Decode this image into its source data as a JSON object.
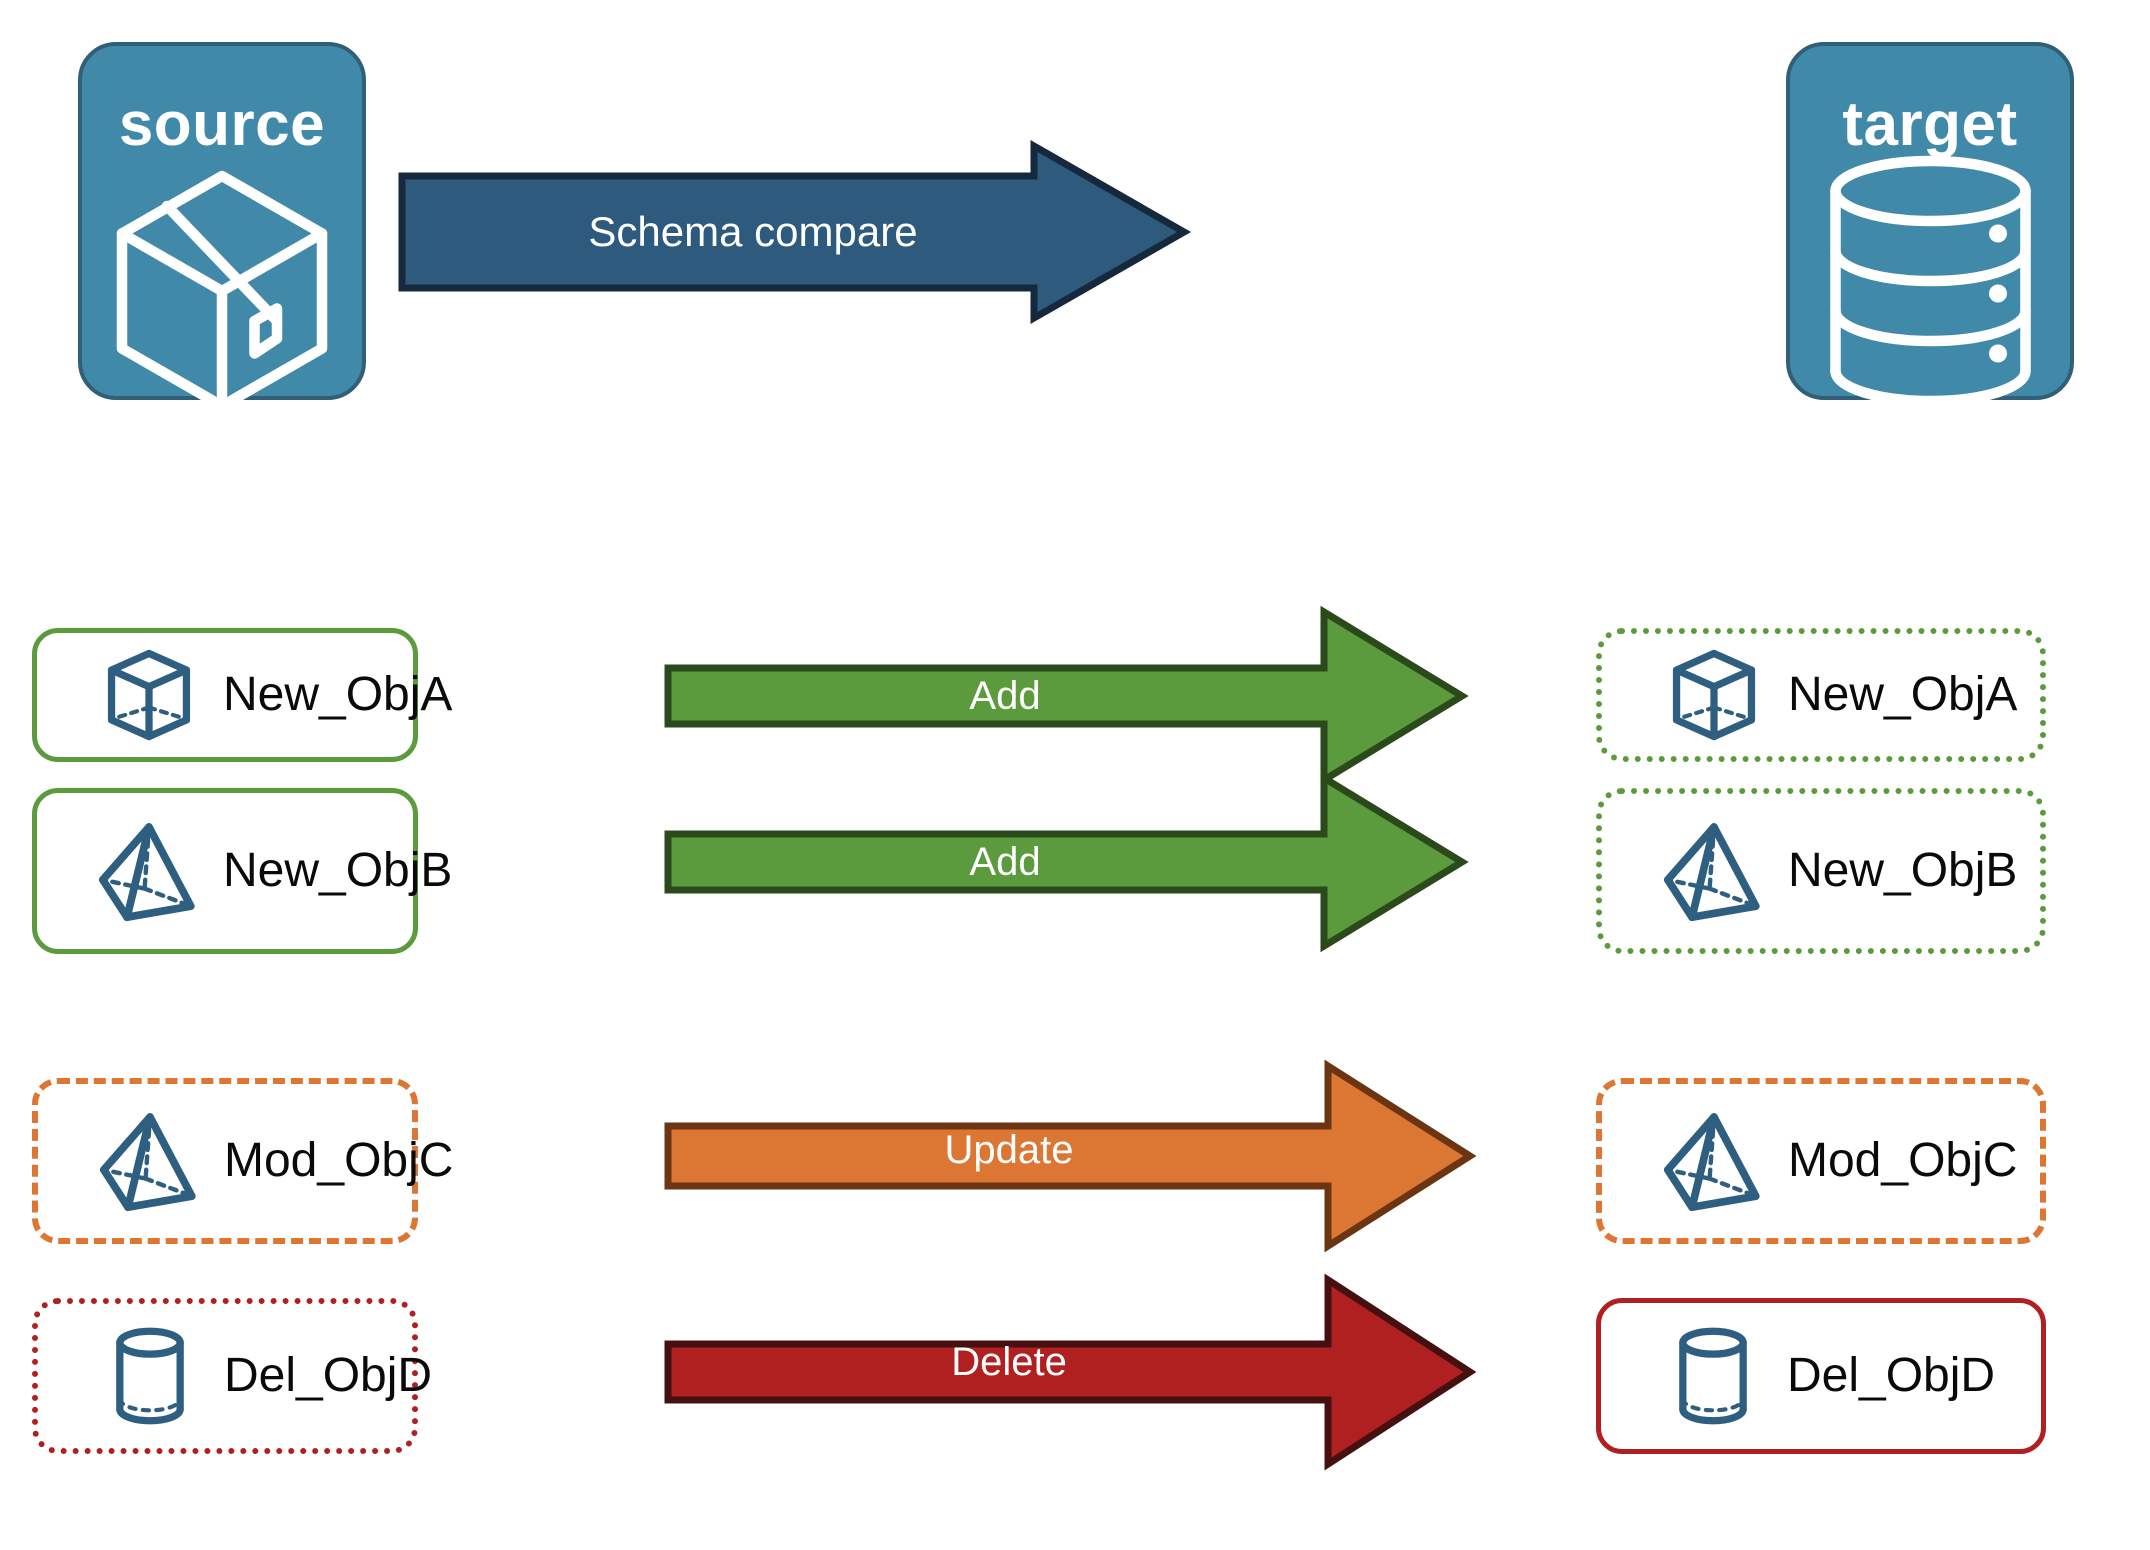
{
  "diagram": {
    "title": "Schema compare source to target",
    "colors": {
      "panel_fill": "#4189A8",
      "panel_border": "#2F6077",
      "compare_arrow_fill": "#2E5A7D",
      "compare_arrow_stroke": "#16283B",
      "add_fill": "#5B9B3E",
      "add_stroke": "#2B4A1B",
      "update_fill": "#DC7633",
      "update_stroke": "#6B3412",
      "delete_fill": "#B02020",
      "delete_stroke": "#451010",
      "object_icon": "#2F5F80",
      "object_label": "#0A0A0A"
    }
  },
  "endpoints": {
    "source": {
      "title": "source",
      "icon": "package-box-icon"
    },
    "target": {
      "title": "target",
      "icon": "database-cylinder-icon"
    }
  },
  "compare": {
    "label": "Schema compare"
  },
  "rows": [
    {
      "action": "Add",
      "arrow_fill": "#5B9B3E",
      "arrow_stroke": "#2B4A1B",
      "source": {
        "label": "New_ObjA",
        "icon": "wireframe-cube-icon",
        "border_style": "solid",
        "border_color": "#5B9B3E"
      },
      "target": {
        "label": "New_ObjA",
        "icon": "wireframe-cube-icon",
        "border_style": "dotted",
        "border_color": "#5B9B3E"
      }
    },
    {
      "action": "Add",
      "arrow_fill": "#5B9B3E",
      "arrow_stroke": "#2B4A1B",
      "source": {
        "label": "New_ObjB",
        "icon": "wireframe-pyramid-icon",
        "border_style": "solid",
        "border_color": "#5B9B3E"
      },
      "target": {
        "label": "New_ObjB",
        "icon": "wireframe-pyramid-icon",
        "border_style": "dotted",
        "border_color": "#5B9B3E"
      }
    },
    {
      "action": "Update",
      "arrow_fill": "#DC7633",
      "arrow_stroke": "#6B3412",
      "source": {
        "label": "Mod_ObjC",
        "icon": "wireframe-pyramid-icon",
        "border_style": "dashed",
        "border_color": "#DC7633"
      },
      "target": {
        "label": "Mod_ObjC",
        "icon": "wireframe-pyramid-icon",
        "border_style": "dashed",
        "border_color": "#DC7633"
      }
    },
    {
      "action": "Delete",
      "arrow_fill": "#B02020",
      "arrow_stroke": "#451010",
      "source": {
        "label": "Del_ObjD",
        "icon": "wireframe-cylinder-icon",
        "border_style": "dotted",
        "border_color": "#B02020"
      },
      "target": {
        "label": "Del_ObjD",
        "icon": "wireframe-cylinder-icon",
        "border_style": "solid",
        "border_color": "#B02020"
      }
    }
  ]
}
